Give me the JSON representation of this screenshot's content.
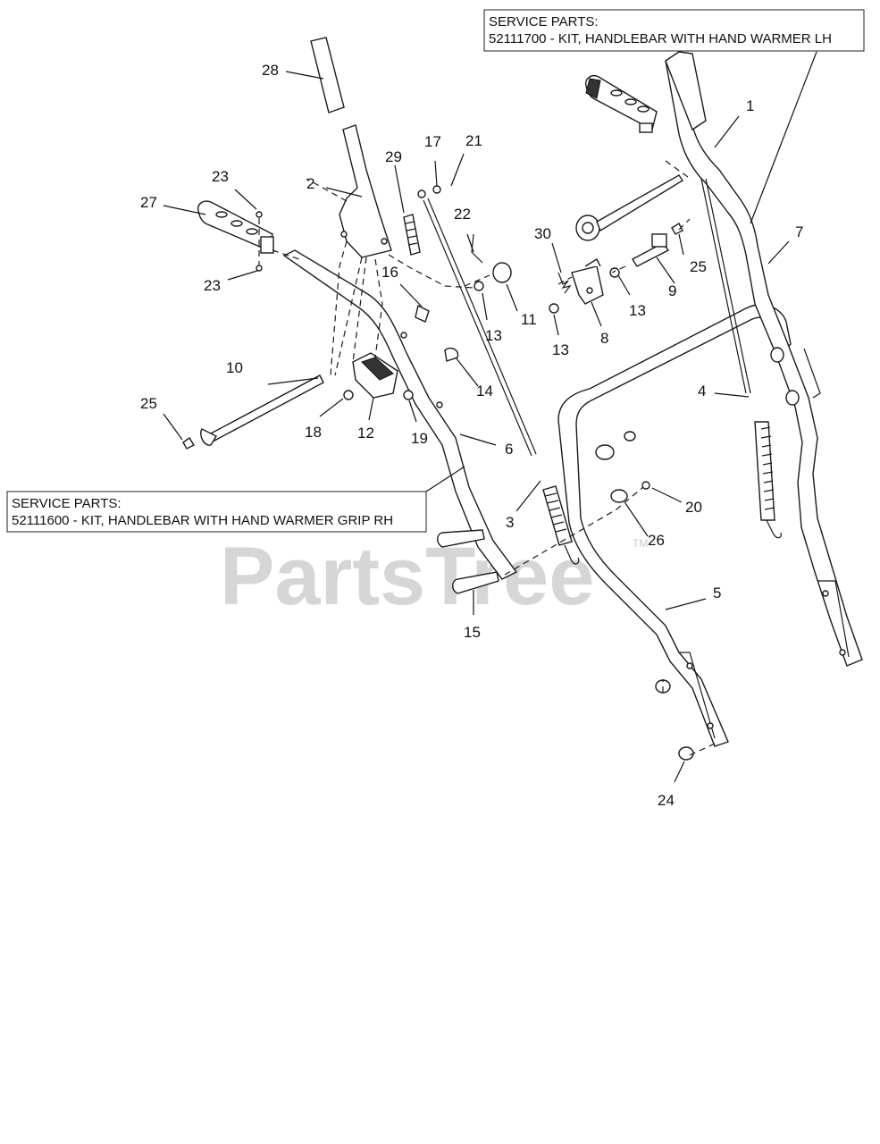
{
  "watermark": {
    "text": "PartsTree",
    "trademark": "TM"
  },
  "service_boxes": [
    {
      "id": "lh",
      "line1": "SERVICE PARTS:",
      "line2": "52111700 - KIT, HANDLEBAR WITH HAND WARMER LH"
    },
    {
      "id": "rh",
      "line1": "SERVICE PARTS:",
      "line2": "52111600 - KIT, HANDLEBAR WITH HAND WARMER GRIP RH"
    }
  ],
  "callouts": [
    {
      "label": "1"
    },
    {
      "label": "2"
    },
    {
      "label": "3"
    },
    {
      "label": "4"
    },
    {
      "label": "5"
    },
    {
      "label": "6"
    },
    {
      "label": "7"
    },
    {
      "label": "8"
    },
    {
      "label": "9"
    },
    {
      "label": "10"
    },
    {
      "label": "11"
    },
    {
      "label": "12"
    },
    {
      "label": "13"
    },
    {
      "label": "13"
    },
    {
      "label": "13"
    },
    {
      "label": "14"
    },
    {
      "label": "15"
    },
    {
      "label": "16"
    },
    {
      "label": "17"
    },
    {
      "label": "18"
    },
    {
      "label": "19"
    },
    {
      "label": "20"
    },
    {
      "label": "21"
    },
    {
      "label": "22"
    },
    {
      "label": "23"
    },
    {
      "label": "23"
    },
    {
      "label": "24"
    },
    {
      "label": "25"
    },
    {
      "label": "25"
    },
    {
      "label": "26"
    },
    {
      "label": "27"
    },
    {
      "label": "28"
    },
    {
      "label": "29"
    },
    {
      "label": "30"
    }
  ]
}
